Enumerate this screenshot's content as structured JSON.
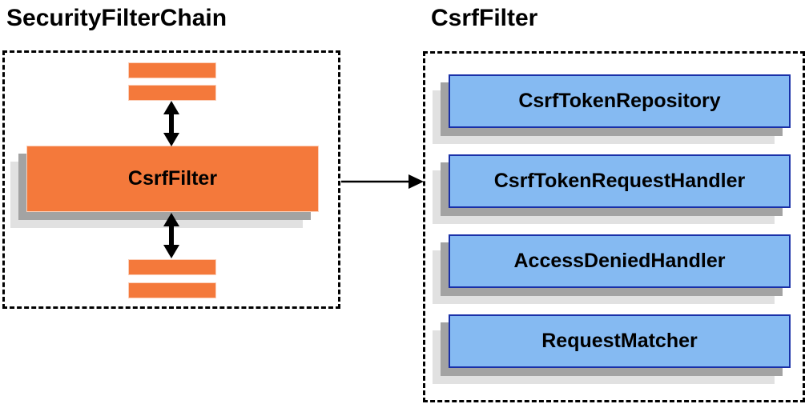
{
  "left_panel": {
    "title": "SecurityFilterChain",
    "filter_box_label": "CsrfFilter"
  },
  "right_panel": {
    "title": "CsrfFilter",
    "components": [
      "CsrfTokenRepository",
      "CsrfTokenRequestHandler",
      "AccessDeniedHandler",
      "RequestMatcher"
    ]
  },
  "colors": {
    "orange": "#f4793b",
    "blue_fill": "#85baf2",
    "blue_border": "#1930a8",
    "shadow_dark": "#a3a3a3",
    "shadow_light": "#e1e1e1",
    "panel_border": "#000000",
    "arrow": "#000000"
  }
}
